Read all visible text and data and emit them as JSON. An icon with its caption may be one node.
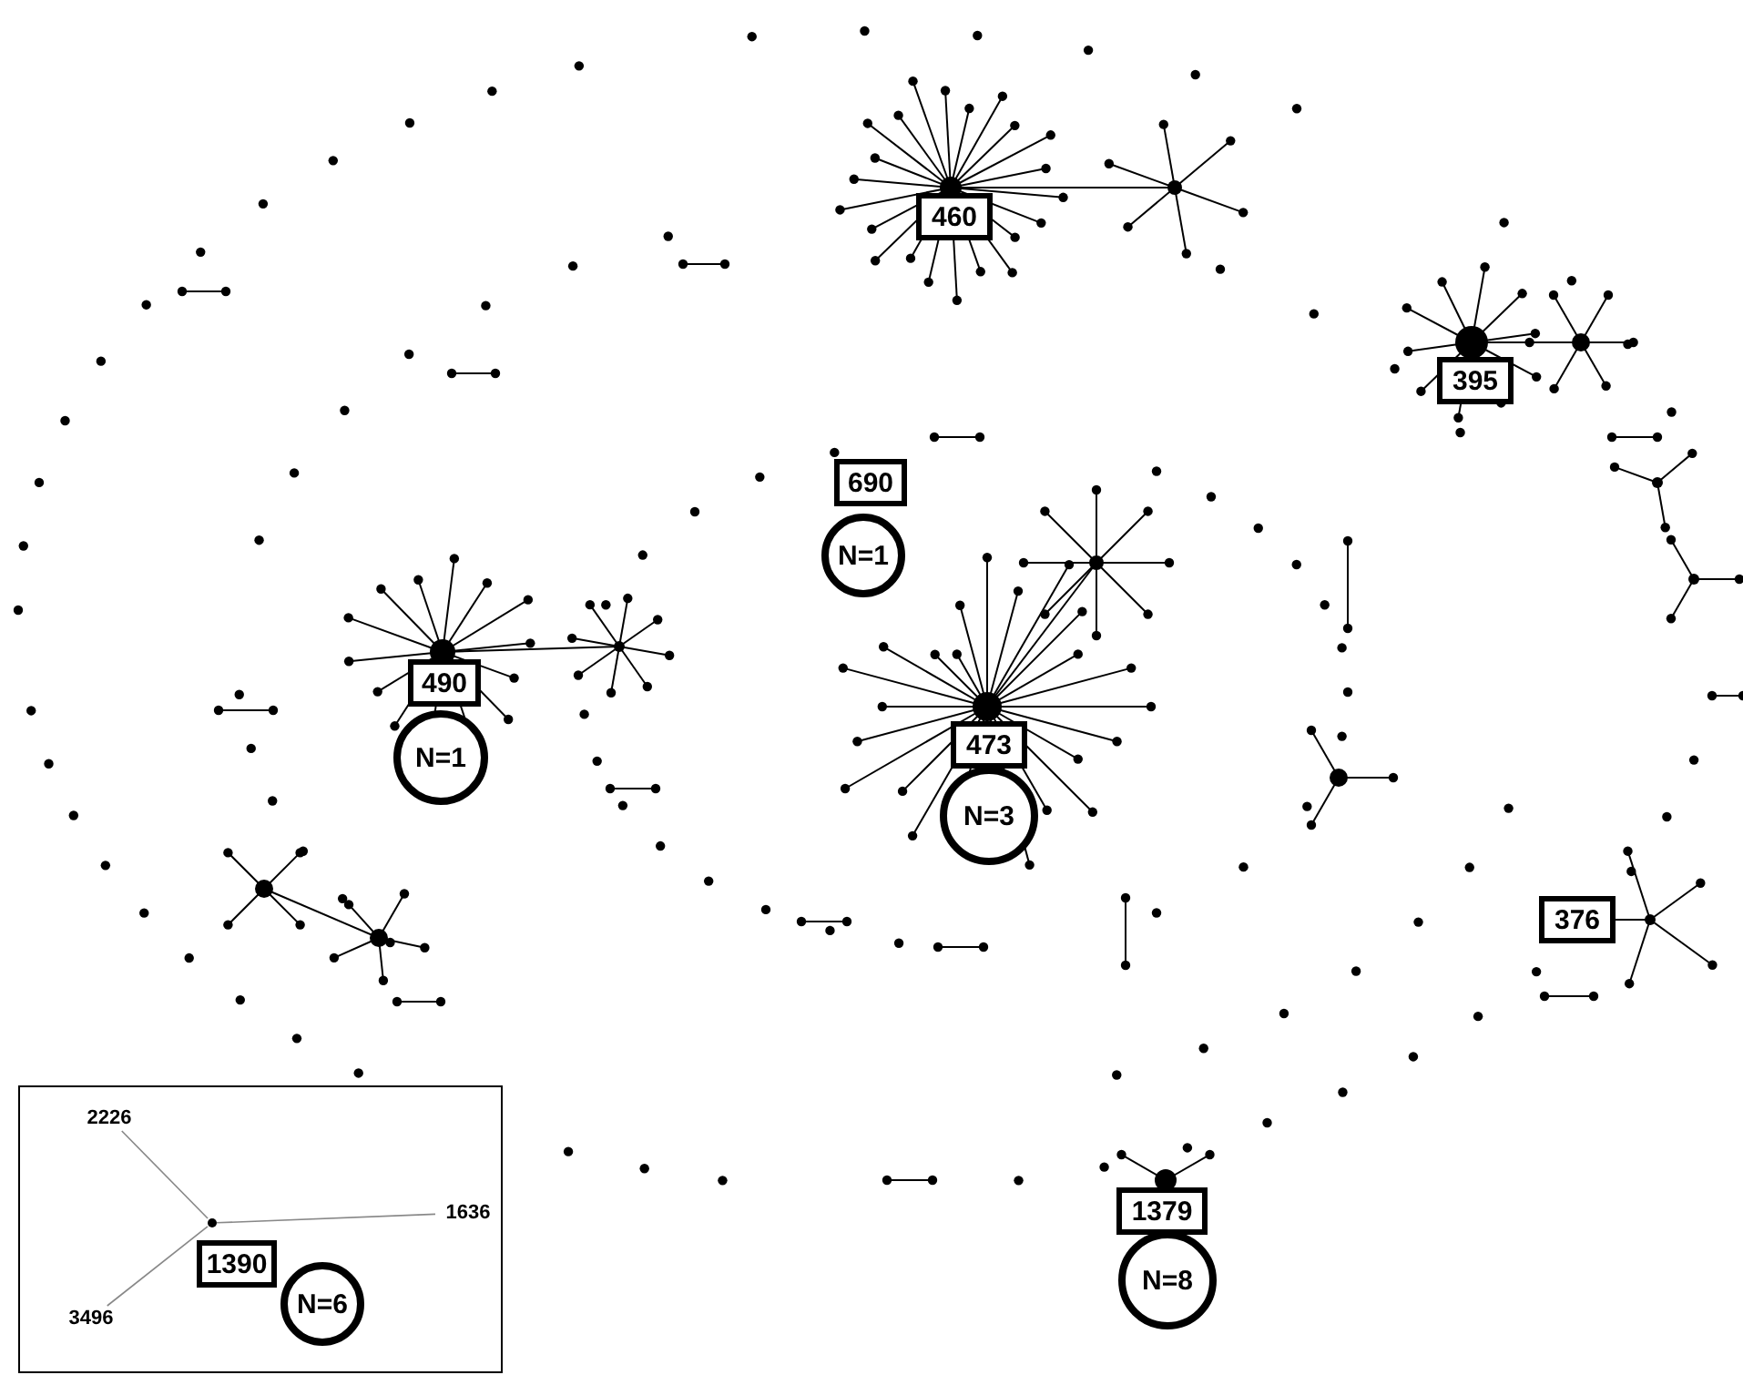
{
  "diagram": {
    "nodes": [
      {
        "text": [
          "460"
        ]
      },
      {
        "text": [
          "395"
        ]
      },
      {
        "text": [
          "690"
        ]
      },
      {
        "text": [
          "N=1"
        ]
      },
      {
        "text": [
          "490"
        ]
      },
      {
        "text": [
          "N=1"
        ]
      },
      {
        "text": [
          "473"
        ]
      },
      {
        "text": [
          "N=3"
        ]
      },
      {
        "text": [
          "376"
        ]
      },
      {
        "text": [
          "1379"
        ]
      },
      {
        "text": [
          "N=8"
        ]
      },
      {
        "text": [],
        "shape": "box"
      },
      {
        "text": [
          "2226"
        ],
        "in": 11
      },
      {
        "text": [],
        "shape": "circle",
        "in": 11
      },
      {
        "text": [
          "1636"
        ],
        "in": 11
      },
      {
        "text": [
          "1390"
        ],
        "in": 11
      },
      {
        "text": [
          "N=6"
        ],
        "in": 11
      },
      {
        "text": [
          "3496"
        ],
        "in": 11
      }
    ],
    "edges": [
      {
        "from": 13,
        "to": 12,
        "arrow": "none"
      },
      {
        "from": 13,
        "to": 14,
        "arrow": "none"
      },
      {
        "from": 13,
        "to": 17,
        "arrow": "none"
      }
    ]
  }
}
